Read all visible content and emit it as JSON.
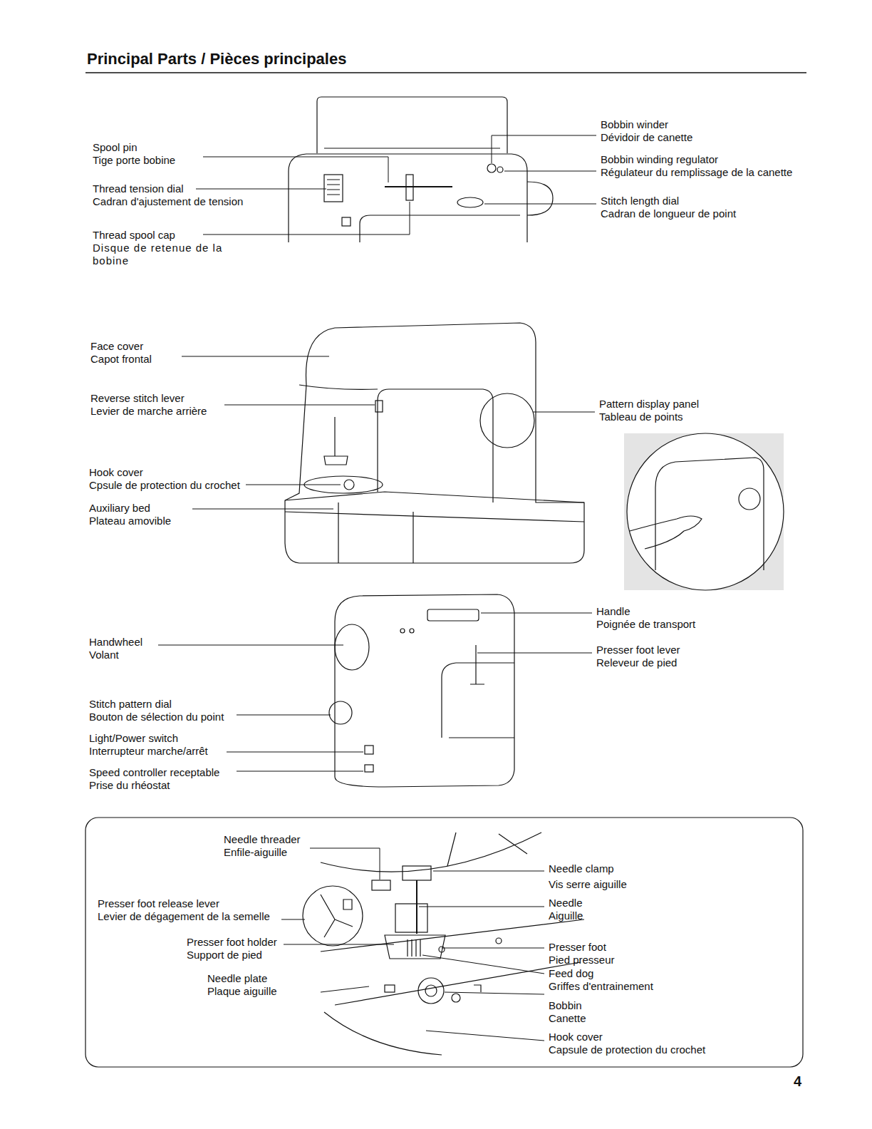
{
  "diagram": {
    "title": "Principal Parts / Pièces principales",
    "labels": [
      "Spool pin",
      "Tige porte bobine",
      "Thread tension dial",
      "Cadran d'ajustement de tension",
      "Thread spool cap",
      "Disque de retenue de la bobine",
      "Bobbin winder",
      "Dévidoir de canette",
      "Bobbin winding regulator",
      "Régulateur du remplissage de la canette",
      "Stitch length dial",
      "Cadran de longueur de point",
      "Face cover",
      "Capot frontal",
      "Reverse stitch lever",
      "Levier de marche arrière",
      "Hook cover",
      "Cpsule de protection du crochet",
      "Auxiliary bed",
      "Plateau amovible",
      "Pattern display panel",
      "Tableau de points",
      "Handwheel",
      "Volant",
      "Stitch pattern dial",
      "Bouton de sélection du point",
      "Light/Power switch",
      "Interrupteur marche/arrêt",
      "Speed controller receptable",
      "Prise du rhéostat",
      "Handle",
      "Poignée de transport",
      "Presser foot lever",
      "Releveur de pied",
      "Needle threader",
      "Enfile-aiguille",
      "Presser foot release lever",
      "Levier de dégagement de la semelle",
      "Presser foot holder",
      "Support de pied",
      "Needle plate",
      "Plaque aiguille",
      "Needle clamp",
      "Vis serre aiguille",
      "Needle",
      "Aiguille",
      "Presser foot",
      "Pied presseur",
      "Feed dog",
      "Griffes d'entrainement",
      "Bobbin",
      "Canette",
      "Hook cover",
      "Capsule de protection du crochet",
      "4"
    ]
  }
}
